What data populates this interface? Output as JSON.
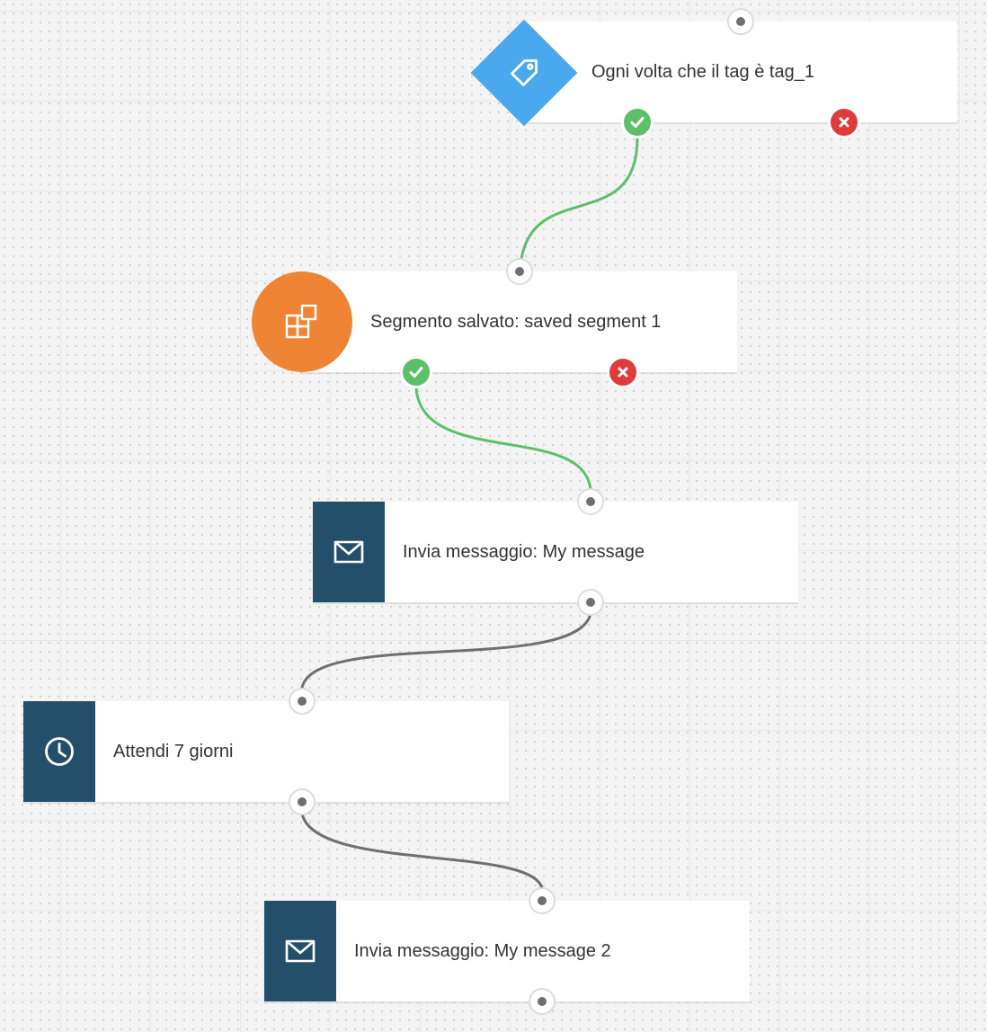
{
  "colors": {
    "canvas_bg": "#f4f4f4",
    "node_bg": "#ffffff",
    "node_text": "#333333",
    "tag_trigger": "#4aa9ee",
    "segment_condition": "#ee8434",
    "action_icon_bg": "#234f6b",
    "yes_branch": "#5cbf6a",
    "no_branch": "#e03b3b",
    "success_connector": "#5cbf6a",
    "default_connector": "#6f6f6f"
  },
  "nodes": [
    {
      "id": "tag-trigger",
      "type": "trigger",
      "icon": "tag-icon",
      "label": "Ogni volta che il tag è tag_1"
    },
    {
      "id": "segment-condition",
      "type": "condition",
      "icon": "segment-icon",
      "label": "Segmento salvato: saved segment 1"
    },
    {
      "id": "send-message-1",
      "type": "action",
      "icon": "envelope-icon",
      "label": "Invia messaggio: My message"
    },
    {
      "id": "wait",
      "type": "action",
      "icon": "clock-icon",
      "label": "Attendi 7 giorni"
    },
    {
      "id": "send-message-2",
      "type": "action",
      "icon": "envelope-icon",
      "label": "Invia messaggio: My message 2"
    }
  ],
  "connections": [
    {
      "from": "tag-trigger",
      "branch": "yes",
      "to": "segment-condition"
    },
    {
      "from": "segment-condition",
      "branch": "yes",
      "to": "send-message-1"
    },
    {
      "from": "send-message-1",
      "to": "wait"
    },
    {
      "from": "wait",
      "to": "send-message-2"
    }
  ]
}
